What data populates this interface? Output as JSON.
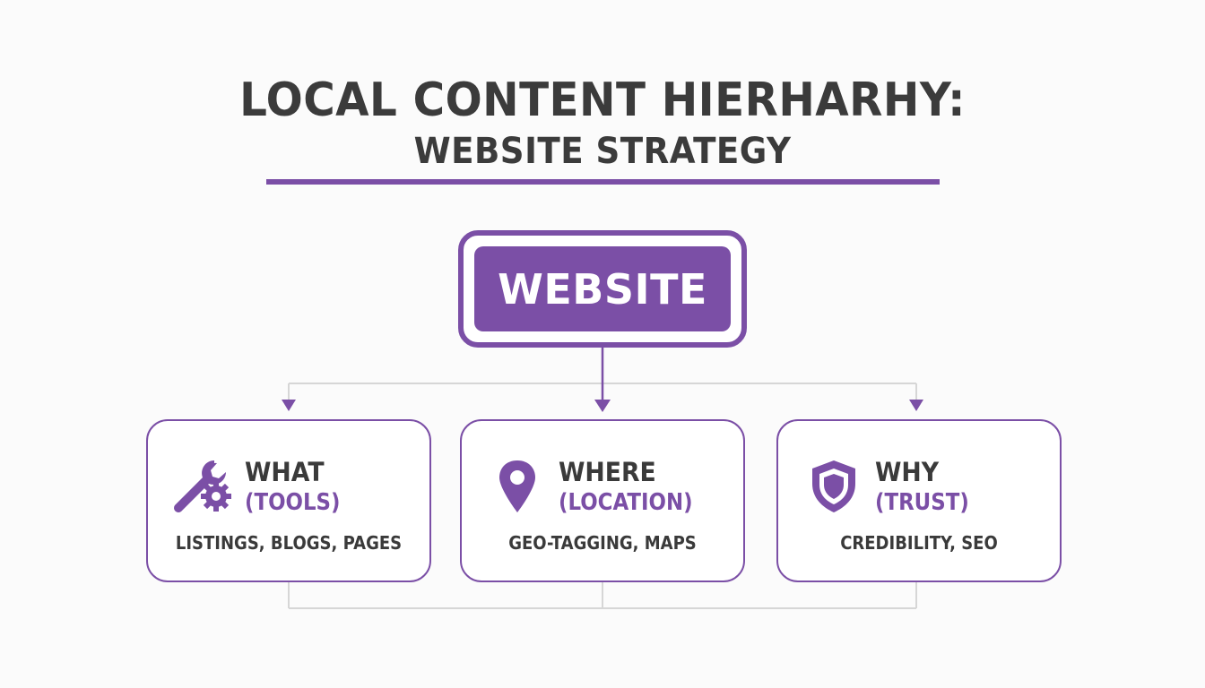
{
  "title": {
    "main": "LOCAL CONTENT HIERHARHY:",
    "sub": "WEBSITE STRATEGY"
  },
  "root": {
    "label": "WEBSITE"
  },
  "cards": [
    {
      "heading": "WHAT",
      "sub": "(TOOLS)",
      "desc": "LISTINGS, BLOGS, PAGES",
      "icon": "wrench-gear-icon"
    },
    {
      "heading": "WHERE",
      "sub": "(LOCATION)",
      "desc": "GEO-TAGGING, MAPS",
      "icon": "location-pin-icon"
    },
    {
      "heading": "WHY",
      "sub": "(TRUST)",
      "desc": "CREDIBILITY, SEO",
      "icon": "shield-icon"
    }
  ],
  "colors": {
    "accent": "#7b4fa6",
    "text": "#3a3a3a",
    "connector": "#d6d6d6",
    "background": "#fbfbfb"
  }
}
